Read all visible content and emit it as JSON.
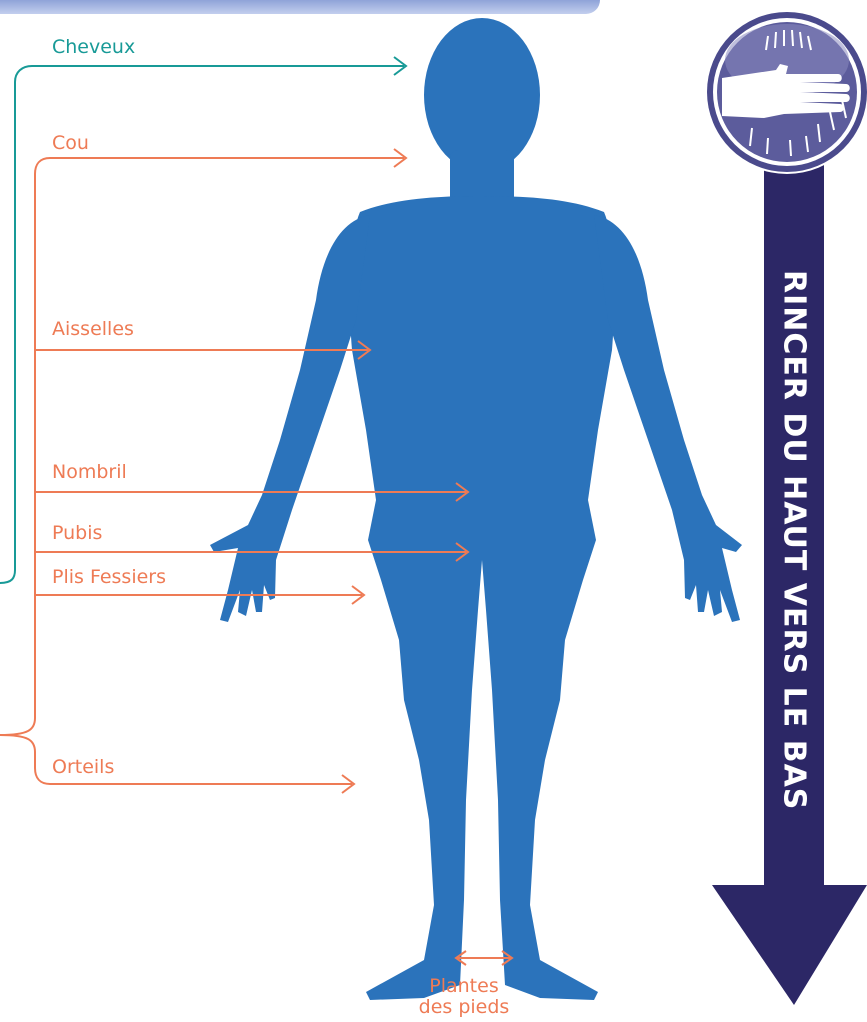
{
  "labels": {
    "hair": "Cheveux",
    "neck": "Cou",
    "armpits": "Aisselles",
    "navel": "Nombril",
    "pubis": "Pubis",
    "gluteal_folds": "Plis Fessiers",
    "toes": "Orteils",
    "soles_line1": "Plantes",
    "soles_line2": "des pieds"
  },
  "banner": {
    "text": "RINCER DU HAUT VERS LE BAS"
  },
  "colors": {
    "body": "#2b73bb",
    "orange": "#ee7b55",
    "teal": "#189a97",
    "arrow": "#2c2766",
    "icon_ring": "#4a4a8c"
  },
  "icons": [
    "hand-under-shower-icon",
    "down-arrow-icon"
  ]
}
